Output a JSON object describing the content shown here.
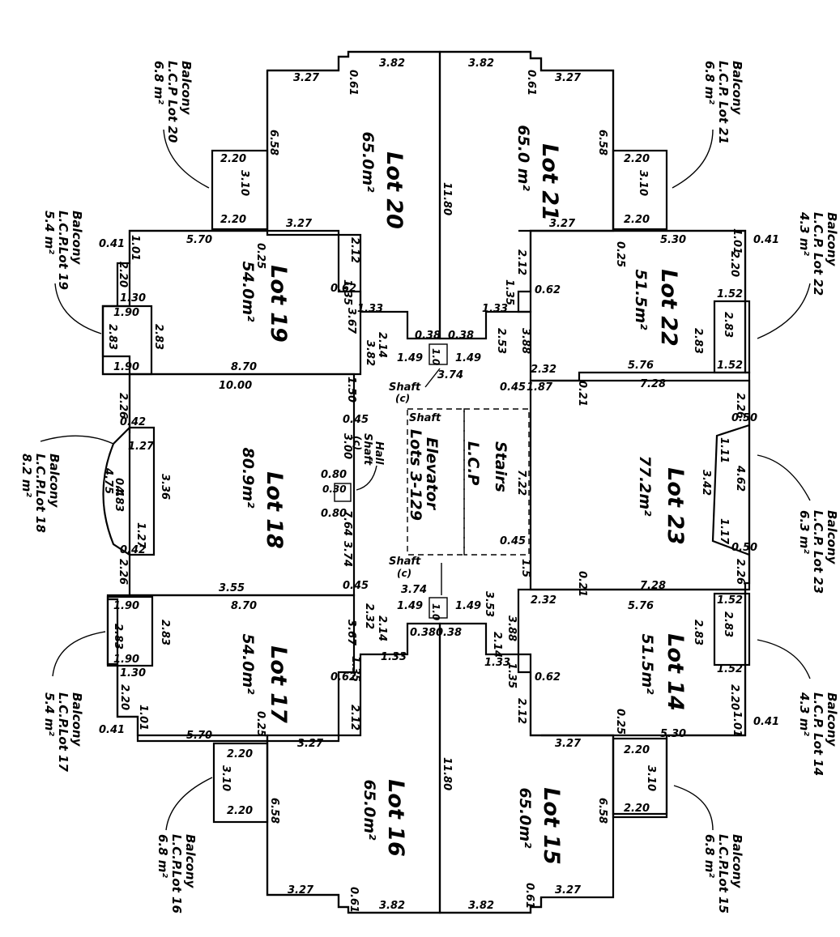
{
  "lots": {
    "l20": {
      "name": "Lot 20",
      "area": "65.0m²"
    },
    "l21": {
      "name": "Lot 21",
      "area": "65.0 m²"
    },
    "l19": {
      "name": "Lot 19",
      "area": "54.0m²"
    },
    "l22": {
      "name": "Lot 22",
      "area": "51.5m²"
    },
    "l18": {
      "name": "Lot 18",
      "area": "80.9m²"
    },
    "l23": {
      "name": "Lot 23",
      "area": "77.2m²"
    },
    "l17": {
      "name": "Lot 17",
      "area": "54.0m²"
    },
    "l14": {
      "name": "Lot 14",
      "area": "51.5m²"
    },
    "l16": {
      "name": "Lot 16",
      "area": "65.0m²"
    },
    "l15": {
      "name": "Lot 15",
      "area": "65.0m²"
    }
  },
  "balconies": {
    "b20": {
      "t": "Balcony",
      "l": "L.C.P Lot 20",
      "a": "6.8 m²"
    },
    "b21": {
      "t": "Balcony",
      "l": "L.C.P. Lot 21",
      "a": "6.8 m²"
    },
    "b19": {
      "t": "Balcony",
      "l": "L.C.P.Lot 19",
      "a": "5.4 m²"
    },
    "b22": {
      "t": "Balcony",
      "l": "L.C.P. Lot 22",
      "a": "4.3 m²"
    },
    "b18": {
      "t": "Balcony",
      "l": "L.C.P.Lot 18",
      "a": "8.2 m²"
    },
    "b23": {
      "t": "Balcony",
      "l": "L.C.P. Lot 23",
      "a": "6.3 m²"
    },
    "b17": {
      "t": "Balcony",
      "l": "L.C.P.Lot 17",
      "a": "5.4 m²"
    },
    "b14": {
      "t": "Balcony",
      "l": "L.C.P. Lot 14",
      "a": "4.3 m²"
    },
    "b16": {
      "t": "Balcony",
      "l": "L.C.P.Lot 16",
      "a": "6.8 m²"
    },
    "b15": {
      "t": "Balcony",
      "l": "L.C.P.Lot 15",
      "a": "6.8 m²"
    }
  },
  "core": {
    "shaft_top": "Shaft",
    "shaft_top_c": "(c)",
    "shaft_mid": "Shaft",
    "shaft_mid_c": "(c)",
    "shaft_bot": "Shaft",
    "shaft_bot_c": "(c)",
    "shaft_elev": "Shaft",
    "elevator": "Elevator",
    "lots": "Lots 3-129",
    "hall": "Hall",
    "lcp": "L.C.P",
    "stairs": "Stairs"
  },
  "dims": {
    "d1": "3.82",
    "d2": "3.82",
    "d3": "0.61",
    "d4": "0.61",
    "d5": "3.27",
    "d6": "3.27",
    "d7": "6.58",
    "d8": "6.58",
    "d9": "2.20",
    "d10": "3.10",
    "d11": "2.20",
    "d12": "2.20",
    "d13": "3.10",
    "d14": "2.20",
    "d15": "3.27",
    "d16": "3.27",
    "d17": "11.80",
    "d18": "0.41",
    "d19": "1.01",
    "d20": "5.70",
    "d21": "0.25",
    "d22": "5.30",
    "d23": "1.01",
    "d24": "0.41",
    "d25": "2.20",
    "d26": "0.25",
    "d27": "2.20",
    "d28": "1.30",
    "d29": "1.90",
    "d30": "2.83",
    "d31": "2.83",
    "d32": "1.90",
    "d33": "2.12",
    "d34": "2.12",
    "d35": "0.62",
    "d36": "1.35",
    "d37": "1.33",
    "d38": "0.62",
    "d39": "1.35",
    "d40": "1.33",
    "d41": "3.67",
    "d42": "2.14",
    "d43": "3.82",
    "d44": "0.38",
    "d45": "0.38",
    "d46": "1.0",
    "d47": "1.49",
    "d48": "1.49",
    "d49": "2.53",
    "d50": "3.88",
    "d51": "1.52",
    "d52": "2.83",
    "d53": "2.83",
    "d54": "1.52",
    "d55": "8.70",
    "d56": "5.76",
    "d57": "2.32",
    "d58": "10.00",
    "d59": "3.74",
    "d60": "7.28",
    "d61": "1.50",
    "d62": "0.45",
    "d63": "1.87",
    "d64": "0.21",
    "d65": "2.26",
    "d66": "0.50",
    "d67": "0.42",
    "d68": "1.27",
    "d69": "0.4",
    "d70": "4.83",
    "d71": "4.75",
    "d72": "3.36",
    "d73": "1.27",
    "d74": "0.42",
    "d75": "2.26",
    "d76": "1.11",
    "d77": "3.42",
    "d78": "4.62",
    "d79": "1.17",
    "d80": "0.50",
    "d81": "2.26",
    "d82": "3.00",
    "d83": "0.45",
    "d84": "0.80",
    "d85": "0.30",
    "d86": "0.80",
    "d87": "7.64",
    "d88": "3.74",
    "d89": "7.22",
    "d90": "0.45",
    "d91": "3.55",
    "d92": "0.45",
    "d93": "8.70",
    "d94": "1.90",
    "d95": "2.83",
    "d96": "2.83",
    "d97": "1.90",
    "d98": "1.30",
    "d99": "2.20",
    "d100": "1.01",
    "d101": "0.41",
    "d102": "5.70",
    "d103": "0.25",
    "d104": "3.67",
    "d105": "2.32",
    "d106": "2.14",
    "d107": "1.33",
    "d108": "1.35",
    "d109": "0.62",
    "d110": "2.12",
    "d111": "3.74",
    "d112": "1.49",
    "d113": "1.0",
    "d114": "1.49",
    "d115": "0.38",
    "d116": "0.38",
    "d117": "1.5",
    "d118": "3.53",
    "d119": "3.88",
    "d120": "2.14",
    "d121": "1.33",
    "d122": "1.35",
    "d123": "0.62",
    "d124": "2.12",
    "d125": "0.21",
    "d126": "7.28",
    "d127": "2.32",
    "d128": "5.76",
    "d129": "1.52",
    "d130": "2.83",
    "d131": "2.83",
    "d132": "1.52",
    "d133": "2.20",
    "d134": "1.01",
    "d135": "0.41",
    "d136": "5.30",
    "d137": "0.25",
    "d138": "3.27",
    "d139": "3.27",
    "d140": "2.20",
    "d141": "3.10",
    "d142": "2.20",
    "d143": "2.20",
    "d144": "3.10",
    "d145": "2.20",
    "d146": "6.58",
    "d147": "6.58",
    "d148": "11.80",
    "d149": "3.27",
    "d150": "3.27",
    "d151": "0.61",
    "d152": "0.61",
    "d153": "3.82",
    "d154": "3.82"
  }
}
